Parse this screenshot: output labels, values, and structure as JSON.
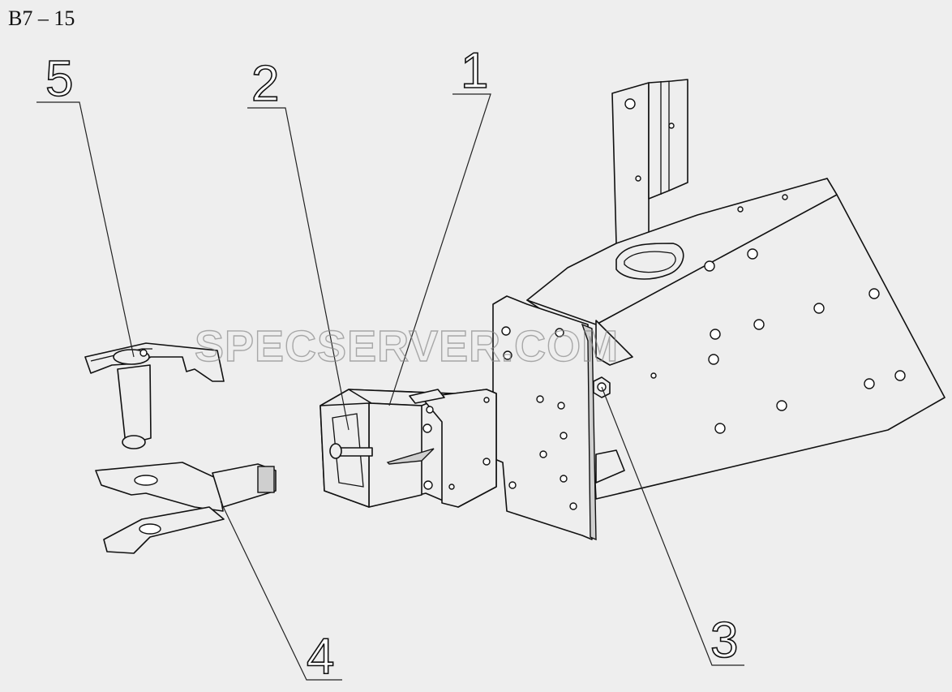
{
  "title": "B7 – 15",
  "watermark": "SPECSERVER.COM",
  "callouts": [
    "1",
    "2",
    "3",
    "4",
    "5"
  ],
  "colors": {
    "background": "#eeeeee",
    "ink": "#111111",
    "watermark": "#8a8a8a"
  }
}
